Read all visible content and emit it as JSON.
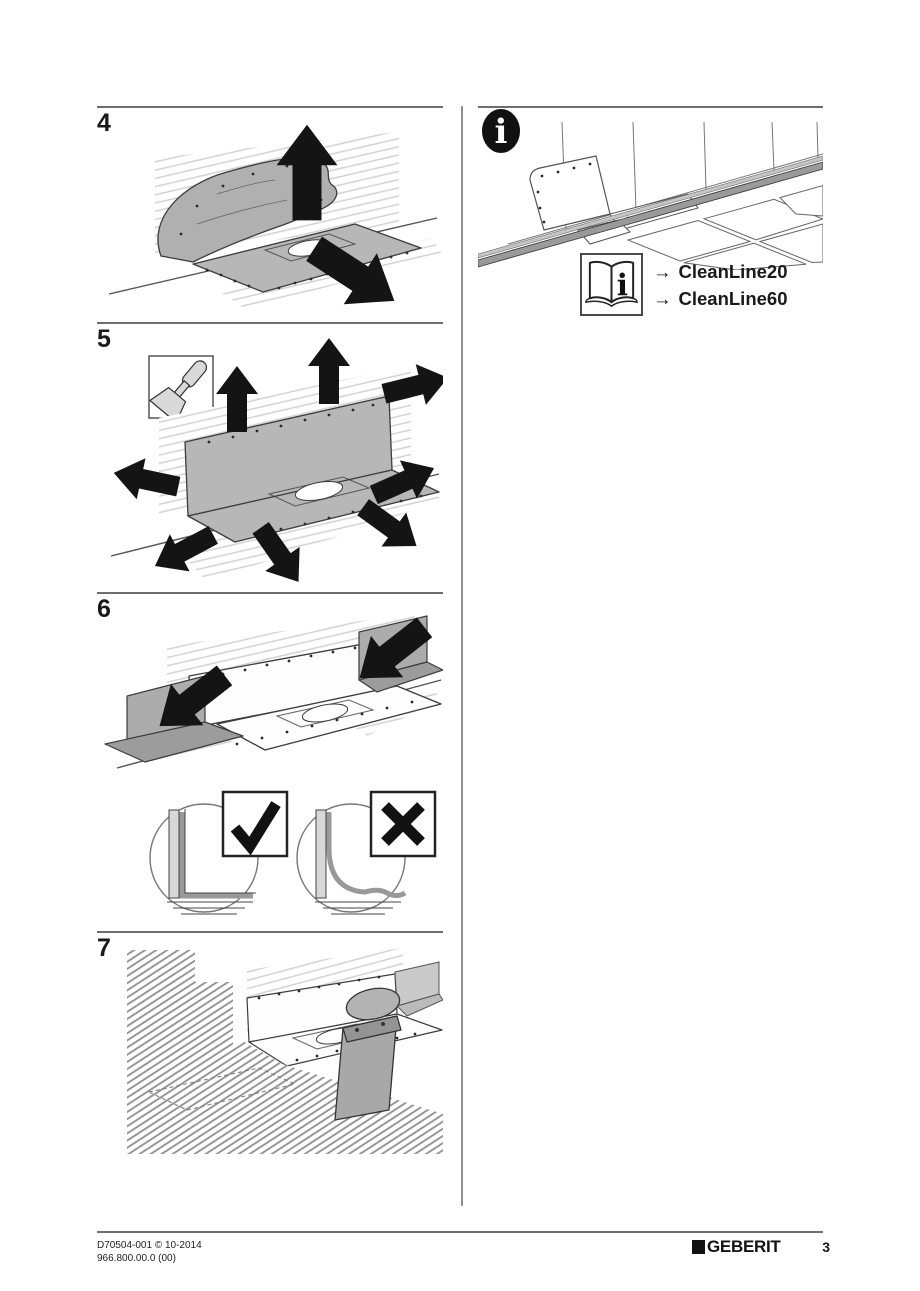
{
  "steps": [
    {
      "number": "4"
    },
    {
      "number": "5"
    },
    {
      "number": "6"
    },
    {
      "number": "7"
    }
  ],
  "info_panel": {
    "references": [
      {
        "arrow": "→",
        "label": "CleanLine20"
      },
      {
        "arrow": "→",
        "label": "CleanLine60"
      }
    ]
  },
  "icons": {
    "info_glyph": "i",
    "book_glyph": "i"
  },
  "footer": {
    "doc_code": "D70504-001 © 10-2014",
    "article_code": "966.800.00.0 (00)",
    "brand": "GEBERIT",
    "page_number": "3"
  },
  "colors": {
    "ink": "#1a1a1a",
    "rule": "#6e6e6e",
    "membrane": "#b7b7b7",
    "hatch": "#cfcfcf",
    "arrow_black": "#141414"
  }
}
